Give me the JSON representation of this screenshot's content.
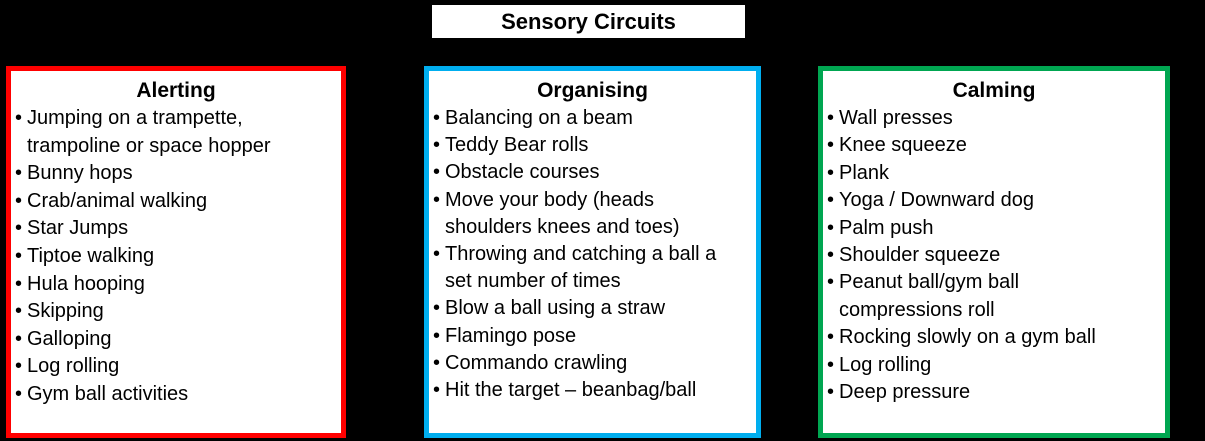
{
  "page": {
    "background_color": "#000000",
    "title": "Sensory Circuits"
  },
  "title_banner": {
    "text": "Sensory Circuits",
    "background_color": "#FFFFFF",
    "text_color": "#000000"
  },
  "columns": [
    {
      "id": "alerting",
      "heading": "Alerting",
      "border_color": "#FF0000",
      "background_color": "#FFFFFF",
      "bullet": "•",
      "items": [
        "Jumping  on a trampette,\ntrampoline  or space hopper",
        "Bunny  hops",
        "Crab/animal  walking",
        "Star Jumps",
        "Tiptoe walking",
        "Hula hooping",
        "Skipping",
        "Galloping",
        "Log rolling",
        "Gym ball  activities"
      ]
    },
    {
      "id": "organising",
      "heading": "Organising",
      "border_color": "#00AEEF",
      "background_color": "#FFFFFF",
      "bullet": "•",
      "items": [
        "Balancing  on a beam",
        "Teddy Bear rolls",
        "Obstacle courses",
        "Move your body (heads\nshoulders  knees and toes)",
        "Throwing  and catching a ball a\nset number  of times",
        "Blow a ball  using a straw",
        "Flamingo  pose",
        "Commando  crawling",
        "Hit the target – beanbag/ball"
      ]
    },
    {
      "id": "calming",
      "heading": "Calming",
      "border_color": "#00A651",
      "background_color": "#FFFFFF",
      "bullet": "•",
      "items": [
        "Wall presses",
        "Knee squeeze",
        "Plank",
        "Yoga / Downward dog",
        "Palm push",
        "Shoulder squeeze",
        "Peanut ball/gym  ball\ncompressions roll",
        "Rocking slowly  on a gym ball",
        "Log rolling",
        "Deep pressure"
      ]
    }
  ]
}
